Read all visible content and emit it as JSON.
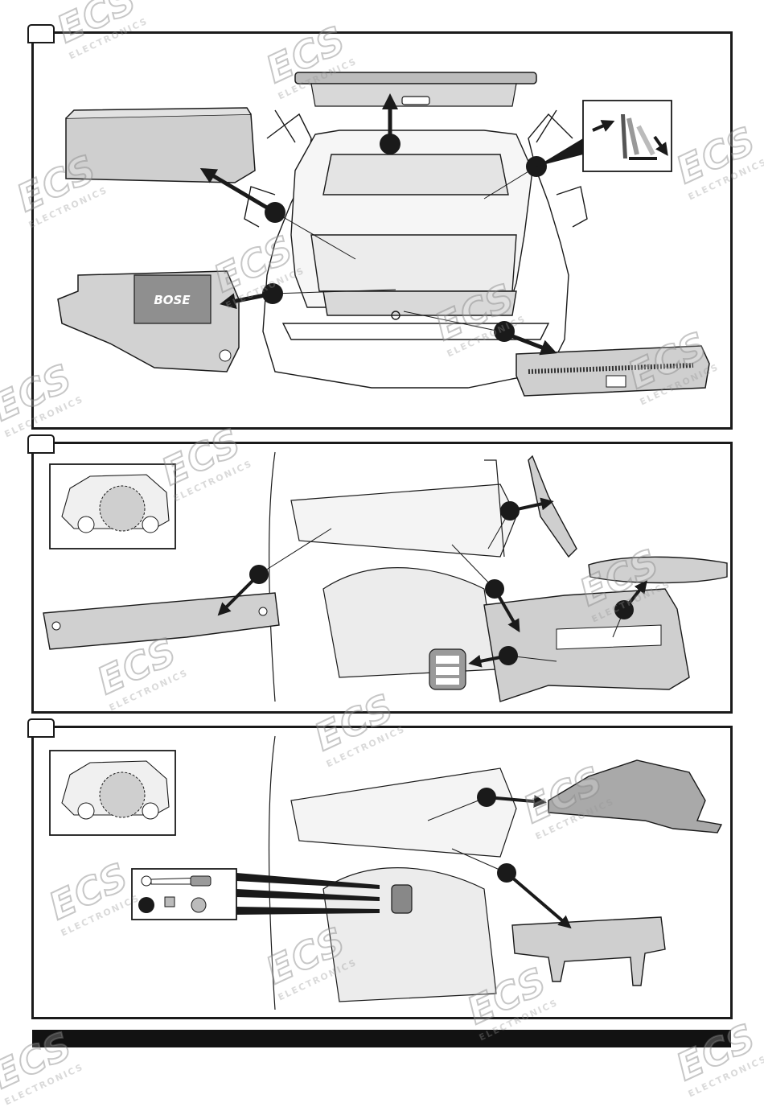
{
  "colors": {
    "frame": "#1a1a1a",
    "part_fill": "#cfcfcf",
    "part_dark": "#8a8a8a",
    "callout": "#1a1a1a",
    "watermark": "#9a9a9a",
    "footer_bar": "#121212"
  },
  "panels": [
    {
      "id": "1",
      "callout_icons": [
        "callout-dot",
        "callout-dot",
        "callout-dot",
        "callout-dot",
        "callout-dot",
        "callout-dot"
      ],
      "parts": [
        "parcel-shelf-icon",
        "luggage-cover-icon",
        "bose-amplifier-icon",
        "sill-trim-icon",
        "seat-fold-icon"
      ],
      "brand_label": "BOSE"
    },
    {
      "id": "2",
      "callout_icons": [
        "callout-dot",
        "callout-dot",
        "callout-dot",
        "callout-dot",
        "callout-dot"
      ],
      "parts": [
        "car-locator-icon",
        "upper-trim-strip-icon",
        "pillar-trim-icon",
        "side-panel-trim-icon",
        "storage-lid-icon",
        "switch-block-icon"
      ]
    },
    {
      "id": "3",
      "callout_icons": [
        "callout-dot",
        "callout-dot",
        "callout-dot"
      ],
      "parts": [
        "car-locator-icon",
        "insulation-panel-icon",
        "bracket-icon",
        "ratchet-tool-icon",
        "socket-icon",
        "clip-icon"
      ]
    }
  ],
  "watermark": {
    "logo": "ECS",
    "sub": "ELECTRONICS"
  }
}
